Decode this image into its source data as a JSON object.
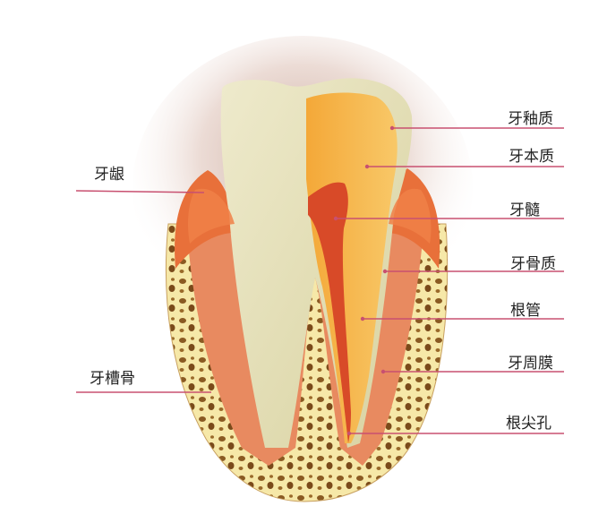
{
  "labels": {
    "enamel": "牙釉质",
    "dentin": "牙本质",
    "gum": "牙龈",
    "pulp": "牙髓",
    "cementum": "牙骨质",
    "root_canal": "根管",
    "alveolar_bone": "牙槽骨",
    "periodontal_membrane": "牙周膜",
    "apical_foramen": "根尖孔"
  },
  "colors": {
    "leader_line": "#c85070",
    "enamel": "#e8e2b8",
    "dentin": "#f0b040",
    "pulp": "#d84a28",
    "gum": "#e8703a",
    "bone": "#f6e8a8",
    "bone_holes": "#8a5a22",
    "periodontal": "#e07850"
  }
}
